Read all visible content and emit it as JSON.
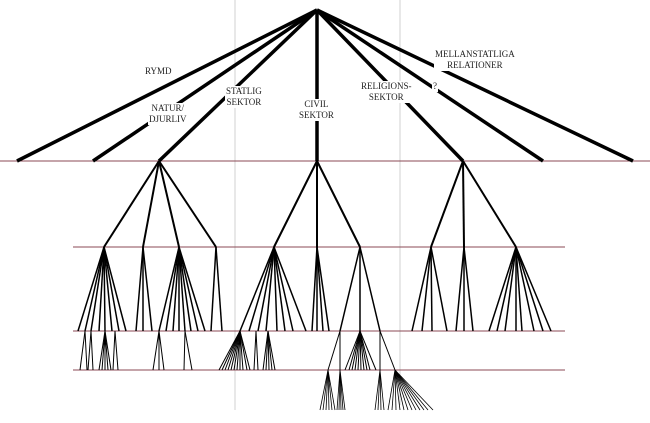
{
  "diagram": {
    "labels": {
      "rymd": "RYMD",
      "natur_1": "NATUR/",
      "natur_2": "DJURLIV",
      "statlig_1": "STATLIG",
      "statlig_2": "SEKTOR",
      "civil_1": "CIVIL",
      "civil_2": "SEKTOR",
      "religion_1": "RELIGIONS-",
      "religion_2": "SEKTOR",
      "unknown": "?",
      "mellan_1": "MELLANSTATLIGA",
      "mellan_2": "RELATIONER"
    },
    "colors": {
      "branch": "#000000",
      "level_line": "#8b4a55",
      "guide": "#d0d0d0"
    }
  }
}
